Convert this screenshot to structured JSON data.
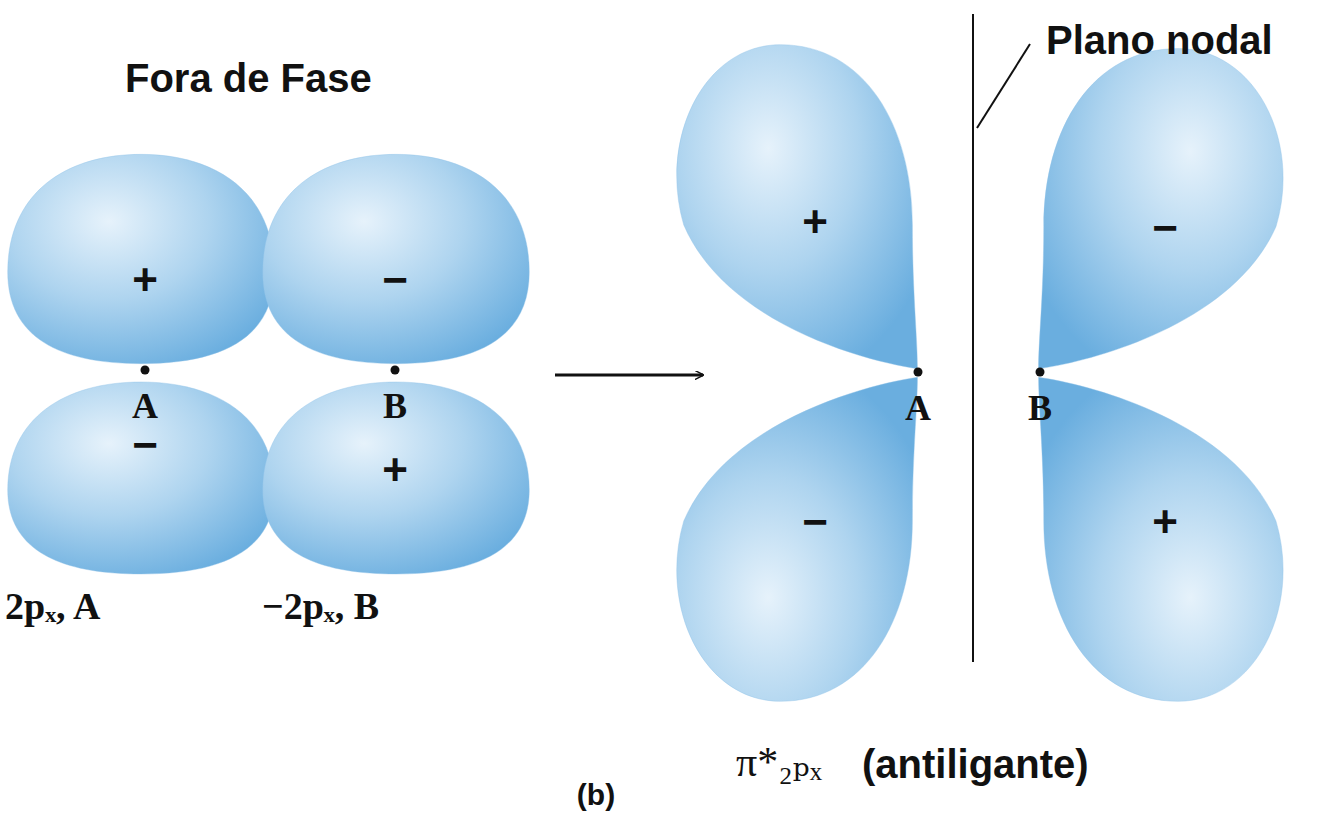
{
  "diagram": {
    "nodes": [
      {
        "text": [
          "+"
        ]
      },
      {
        "text": [
          "−"
        ]
      },
      {
        "text": [
          "−"
        ]
      },
      {
        "text": [
          "+"
        ]
      },
      {
        "text": [
          "+"
        ]
      },
      {
        "text": [
          "−"
        ]
      },
      {
        "text": [
          "−"
        ]
      },
      {
        "text": [
          "+"
        ]
      }
    ],
    "labels": [
      "Fora de Fase",
      "Plano nodal",
      "A",
      "B",
      "2pₓ, A",
      "−2pₓ, B",
      "A",
      "B",
      "π*₂ₚₓ",
      "(antiligante)",
      "(b)"
    ]
  }
}
